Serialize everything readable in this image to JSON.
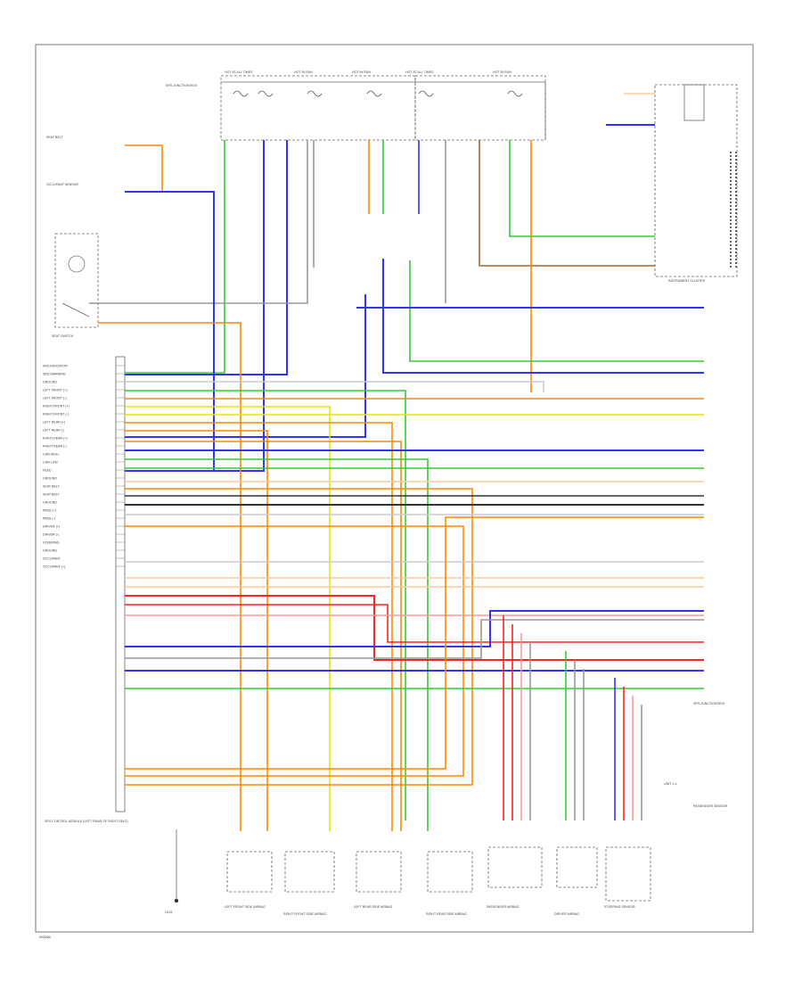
{
  "labels": {
    "fuse_1": "HOT AT ALL TIMES",
    "fuse_2": "HOT IN RUN",
    "fuse_3": "HOT IN RUN",
    "fuse_4": "HOT AT ALL TIMES",
    "fuse_5": "HOT IN RUN",
    "junction": "SRS JUNCTION BOX",
    "cluster": "INSTRUMENT CLUSTER",
    "seat_switch": "SEAT SWITCH",
    "lead_seat_belt": "SEAT BELT",
    "lead_occupant": "OCCUPANT SENSOR",
    "module": "SRS CONTROL MODULE (LEFT REAR OF RIGHT SEAT)",
    "ground": "G101",
    "pin_bottom": "UNIT 1-4",
    "right_connector": "SRS JUNCTION BOX",
    "passenger_sensor": "PASSENGER SENSOR",
    "comp_1": "LEFT FRONT SIDE AIRBAG",
    "comp_2": "RIGHT FRONT SIDE AIRBAG",
    "comp_3": "LEFT REAR SIDE AIRBAG",
    "comp_4": "RIGHT REAR SIDE AIRBAG",
    "comp_5": "PASSENGER AIRBAG",
    "comp_6": "DRIVER AIRBAG",
    "comp_7": "STEERING SENSOR",
    "page_ref": "W2266"
  },
  "module_pins": [
    "SRS INDICATOR",
    "SRS WARNING",
    "GROUND",
    "LEFT FRONT (+)",
    "LEFT FRONT (-)",
    "RIGHT FRONT (+)",
    "RIGHT FRONT (-)",
    "LEFT REAR (+)",
    "LEFT REAR (-)",
    "RIGHT REAR (+)",
    "RIGHT REAR (-)",
    "CAN HIGH",
    "CAN LOW",
    "FEED",
    "GROUND",
    "SEAT BELT",
    "SEAT BELT",
    "GROUND",
    "PASS (+)",
    "PASS (-)",
    "DRIVER (+)",
    "DRIVER (-)",
    "STEERING",
    "GROUND",
    "OCCUPANT",
    "OCCUPANT (+)"
  ],
  "wire_colors": {
    "green": "#33cc33",
    "blue": "#3333ff",
    "orange": "#ff8800",
    "yellow": "#e6e600",
    "red": "#ff2222",
    "brown": "#a5662e",
    "pink": "#ff9999",
    "gray": "#999999",
    "black": "#333333",
    "lightblue": "#9999ff",
    "tan": "#ffcc99"
  }
}
